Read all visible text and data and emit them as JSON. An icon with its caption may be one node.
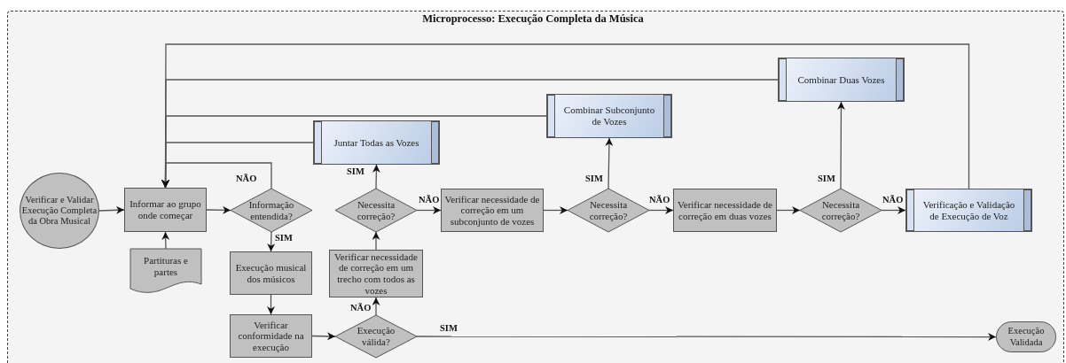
{
  "diagram": {
    "title": "Microprocesso: Execução Completa da Música",
    "nodes": [
      {
        "text": [
          "Verificar e Validar Execução Completa da Obra Musical"
        ]
      },
      {
        "text": [
          "Informar ao grupo onde começar"
        ]
      },
      {
        "text": [
          "Informação entendida?"
        ]
      },
      {
        "text": [
          "Partituras e partes"
        ]
      },
      {
        "text": [
          "Execução musical dos músicos"
        ]
      },
      {
        "text": [
          "Verificar conformidade na execução"
        ]
      },
      {
        "text": [
          "Execução válida?"
        ]
      },
      {
        "text": [
          "Verificar necessidade de correção em um trecho com todos as vozes"
        ]
      },
      {
        "text": [
          "Necessita correção?"
        ]
      },
      {
        "text": [
          "Juntar Todas as Vozes"
        ]
      },
      {
        "text": [
          "Verificar necessidade de correção em um subconjunto de vozes"
        ]
      },
      {
        "text": [
          "Necessita correção?"
        ]
      },
      {
        "text": [
          "Combinar Subconjunto de Vozes"
        ]
      },
      {
        "text": [
          "Verificar necessidade de correção em duas vozes"
        ]
      },
      {
        "text": [
          "Necessita correção?"
        ]
      },
      {
        "text": [
          "Combinar Duas Vozes"
        ]
      },
      {
        "text": [
          "Verificação e Validação de Execução de Voz"
        ]
      },
      {
        "text": [
          "Execução Validada"
        ]
      }
    ],
    "edges": [
      {
        "from": 0,
        "to": 1,
        "arrow": "to"
      },
      {
        "from": 3,
        "to": 1,
        "arrow": "to"
      },
      {
        "from": 1,
        "to": 2,
        "arrow": "to"
      },
      {
        "from": 2,
        "to": 1,
        "arrow": "to",
        "label": "NÃO"
      },
      {
        "from": 2,
        "to": 4,
        "arrow": "to",
        "label": "SIM"
      },
      {
        "from": 4,
        "to": 5,
        "arrow": "to"
      },
      {
        "from": 5,
        "to": 6,
        "arrow": "to"
      },
      {
        "from": 6,
        "to": 7,
        "arrow": "to",
        "label": "NÃO"
      },
      {
        "from": 7,
        "to": 8,
        "arrow": "to"
      },
      {
        "from": 8,
        "to": 9,
        "arrow": "to",
        "label": "SIM"
      },
      {
        "from": 8,
        "to": 10,
        "arrow": "to",
        "label": "NÃO"
      },
      {
        "from": 10,
        "to": 11,
        "arrow": "to"
      },
      {
        "from": 11,
        "to": 12,
        "arrow": "to",
        "label": "SIM"
      },
      {
        "from": 11,
        "to": 13,
        "arrow": "to",
        "label": "NÃO"
      },
      {
        "from": 13,
        "to": 14,
        "arrow": "to"
      },
      {
        "from": 14,
        "to": 15,
        "arrow": "to",
        "label": "SIM"
      },
      {
        "from": 14,
        "to": 16,
        "arrow": "to",
        "label": "NÃO"
      },
      {
        "from": 6,
        "to": 17,
        "arrow": "to",
        "label": "SIM"
      },
      {
        "from": 9,
        "to": 1,
        "arrow": "to"
      },
      {
        "from": 12,
        "to": 1,
        "arrow": "to"
      },
      {
        "from": 15,
        "to": 1,
        "arrow": "to"
      },
      {
        "from": 16,
        "to": 1,
        "arrow": "to"
      }
    ]
  }
}
